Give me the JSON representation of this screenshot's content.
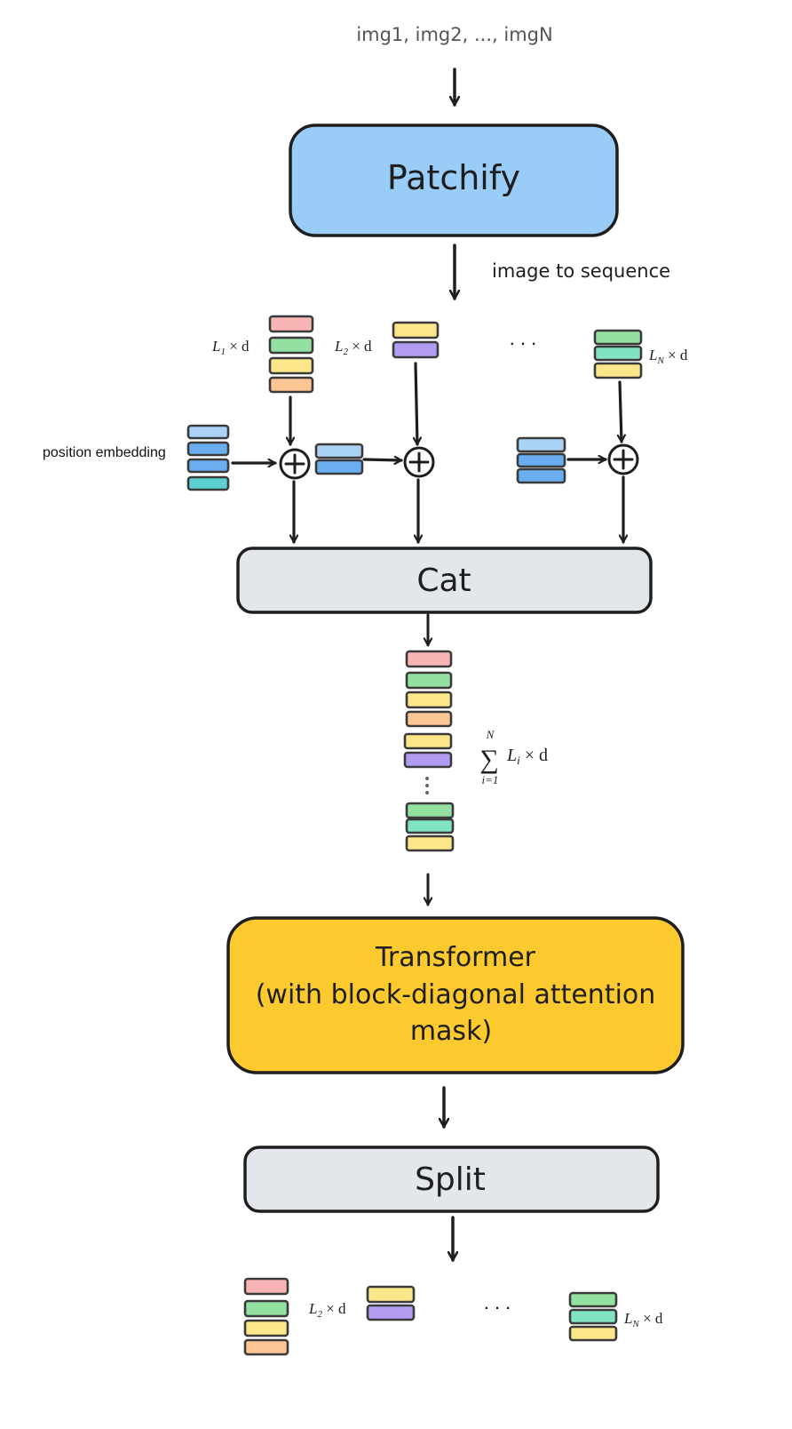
{
  "colors": {
    "patchify": "#99ccf7",
    "cat": "#e3e6ea",
    "transformer": "#fcca2e",
    "split": "#e3e6ea",
    "pink": "#f8b4b4",
    "green": "#93e0a0",
    "yellow": "#fce68a",
    "orange": "#fcc594",
    "purple": "#b19cf2",
    "mint": "#7fe3c4",
    "pos_light": "#a9d2f5",
    "pos_blue": "#6aaeef",
    "pos_teal": "#5ccfcf",
    "stroke": "#1e1e1e"
  },
  "inputs": {
    "label": "img1, img2, ..., imgN"
  },
  "patchify": {
    "label": "Patchify"
  },
  "arrow_label": {
    "text": "image to sequence"
  },
  "sequences": {
    "seq1_dim": {
      "base": "L",
      "sub": "1",
      "rest": " × d"
    },
    "seq2_dim": {
      "base": "L",
      "sub": "2",
      "rest": " × d"
    },
    "seqN_dim": {
      "base": "L",
      "sub": "N",
      "rest": " × d"
    },
    "ellipsis": ". . ."
  },
  "position_embedding": {
    "label": "position embedding"
  },
  "plus_symbol": "+",
  "cat": {
    "label": "Cat"
  },
  "concat_dim": {
    "sum_symbol": "∑",
    "upper": "N",
    "lower": "i=1",
    "base": "L",
    "sub": "i",
    "rest": " × d"
  },
  "transformer": {
    "line1": "Transformer",
    "line2": "(with block-diagonal attention",
    "line3": "mask)"
  },
  "split": {
    "label": "Split"
  },
  "outputs": {
    "out2_dim": {
      "base": "L",
      "sub": "2",
      "rest": " × d"
    },
    "outN_dim": {
      "base": "L",
      "sub": "N",
      "rest": " × d"
    },
    "ellipsis": ". . ."
  }
}
